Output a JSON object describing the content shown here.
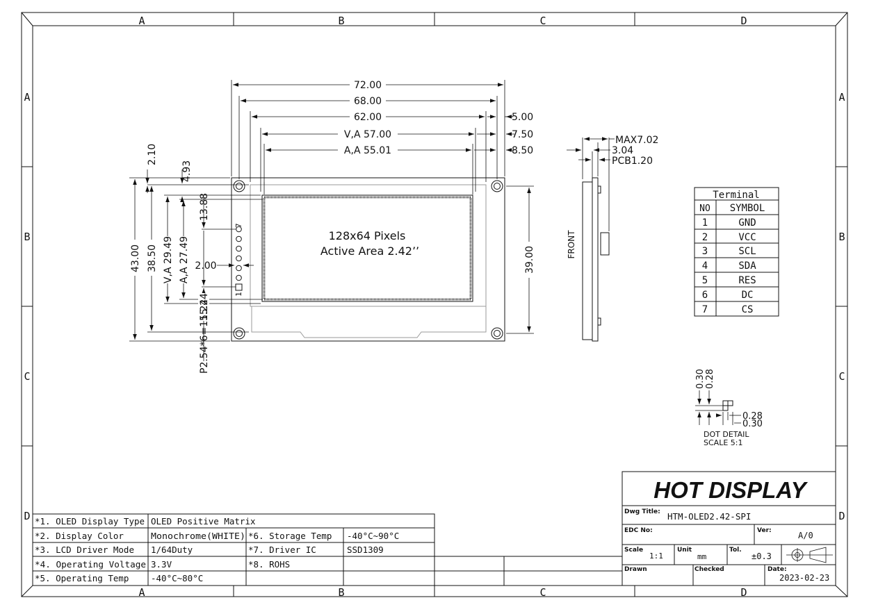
{
  "border": {
    "columns": [
      "A",
      "B",
      "C",
      "D"
    ],
    "rows": [
      "A",
      "B",
      "C",
      "D"
    ]
  },
  "dimensions": {
    "top": [
      "72.00",
      "68.00",
      "62.00",
      "V,A 57.00",
      "A,A 55.01"
    ],
    "top_right": [
      "5.00",
      "7.50",
      "8.50"
    ],
    "left": [
      "43.00",
      "38.50",
      "V,A 29.49",
      "A,A 27.49"
    ],
    "left_top": [
      "2.10",
      "4.93"
    ],
    "pin_area": [
      "13.88",
      "2.00",
      "15.24",
      "P2.54*6=15.24"
    ],
    "right": "39.00",
    "side": [
      "MAX7.02",
      "3.04",
      "PCB1.20"
    ]
  },
  "display": {
    "line1": "128x64 Pixels",
    "line2": "Active Area 2.42’’"
  },
  "pins": {
    "first": "1",
    "last": "7"
  },
  "side_view": {
    "label": "FRONT"
  },
  "terminal": {
    "title": "Terminal",
    "headers": [
      "NO",
      "SYMBOL"
    ],
    "rows": [
      [
        "1",
        "GND"
      ],
      [
        "2",
        "VCC"
      ],
      [
        "3",
        "SCL"
      ],
      [
        "4",
        "SDA"
      ],
      [
        "5",
        "RES"
      ],
      [
        "6",
        "DC"
      ],
      [
        "7",
        "CS"
      ]
    ]
  },
  "dot_detail": {
    "values": [
      "0.30",
      "0.28",
      "0.28",
      "0.30"
    ],
    "label": "DOT DETAIL",
    "scale": "SCALE 5:1"
  },
  "specs": [
    [
      "*1. OLED Display Type",
      "OLED Positive Matrix",
      "",
      ""
    ],
    [
      "*2. Display Color",
      "Monochrome(WHITE)",
      "*6. Storage Temp",
      "-40°C~90°C"
    ],
    [
      "*3. LCD Driver Mode",
      "1/64Duty",
      "*7. Driver IC",
      "SSD1309"
    ],
    [
      "*4. Operating Voltage",
      "3.3V",
      "*8. ROHS",
      ""
    ],
    [
      "*5. Operating Temp",
      "-40°C~80°C",
      "",
      ""
    ]
  ],
  "title_block": {
    "brand": "HOT DISPLAY",
    "dwg_title_label": "Dwg Title:",
    "dwg_title": "HTM-OLED2.42-SPI",
    "edc_label": "EDC No:",
    "ver_label": "Ver:",
    "ver": "A/0",
    "scale_label": "Scale",
    "scale": "1:1",
    "unit_label": "Unit",
    "unit": "mm",
    "tol_label": "Tol.",
    "tol": "±0.3",
    "drawn_label": "Drawn",
    "checked_label": "Checked",
    "date_label": "Date:",
    "date": "2023-02-23"
  }
}
